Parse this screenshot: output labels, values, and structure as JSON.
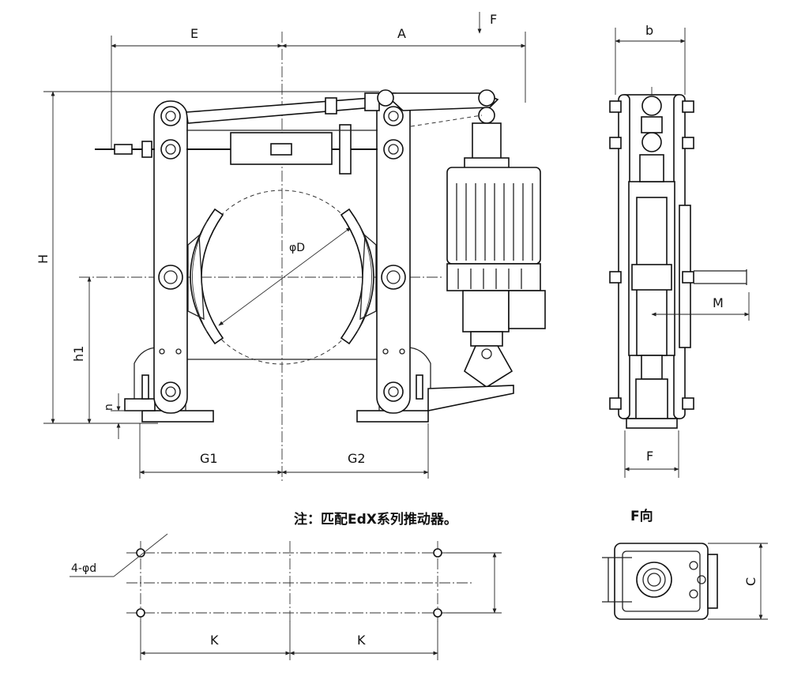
{
  "dimensions": {
    "E": "E",
    "A": "A",
    "F_arrow": "F",
    "b": "b",
    "H": "H",
    "h1": "h1",
    "n": "n",
    "D": "φD",
    "G1": "G1",
    "G2": "G2",
    "F_side": "F",
    "M": "M",
    "K_left": "K",
    "K_right": "K",
    "C": "C",
    "holes": "4-φd"
  },
  "note": "注：匹配EdX系列推动器。",
  "view_label": "F向"
}
